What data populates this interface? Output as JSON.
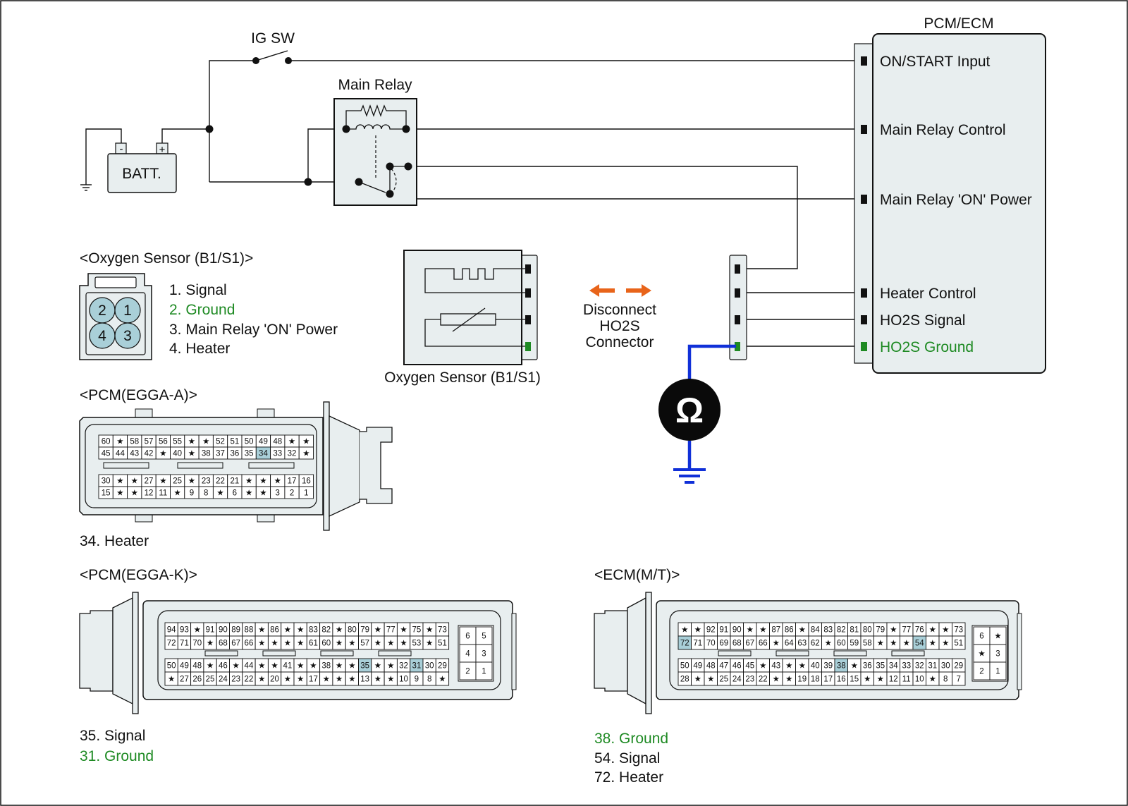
{
  "colors": {
    "background": "#ffffff",
    "panel": "#e8eeef",
    "wire": "#111111",
    "ground_accent": "#1e8a23",
    "meter_wire": "#1030d8",
    "arrow": "#e8641a",
    "pin_highlight": "#a9cfd8"
  },
  "circuit": {
    "ig_sw": "IG SW",
    "main_relay": "Main Relay",
    "battery": "BATT.",
    "battery_minus": "-",
    "battery_plus": "+",
    "ecm_title": "PCM/ECM",
    "ecm_terminals": [
      "ON/START Input",
      "Main Relay Control",
      "Main Relay 'ON' Power",
      "Heater Control",
      "HO2S  Signal",
      "HO2S  Ground"
    ],
    "sensor_caption": "Oxygen Sensor (B1/S1)",
    "disconnect_note": [
      "Disconnect",
      "HO2S",
      "Connector"
    ],
    "ohm_symbol": "Ω",
    "arrow_icon": "double-arrow-icon"
  },
  "oxygen_sensor_connector": {
    "title": "<Oxygen Sensor (B1/S1)>",
    "pins": [
      "2",
      "1",
      "4",
      "3"
    ],
    "legend": [
      "1. Signal",
      "2. Ground",
      "3. Main Relay 'ON' Power",
      "4. Heater"
    ]
  },
  "pcm_a": {
    "title": "<PCM(EGGA-A)>",
    "rows": [
      [
        "60",
        "★",
        "58",
        "57",
        "56",
        "55",
        "★",
        "★",
        "52",
        "51",
        "50",
        "49",
        "48",
        "★",
        "★"
      ],
      [
        "45",
        "44",
        "43",
        "42",
        "★",
        "40",
        "★",
        "38",
        "37",
        "36",
        "35",
        "34",
        "33",
        "32",
        "★"
      ],
      [
        "30",
        "★",
        "★",
        "27",
        "★",
        "25",
        "★",
        "23",
        "22",
        "21",
        "★",
        "★",
        "★",
        "17",
        "16"
      ],
      [
        "15",
        "★",
        "★",
        "12",
        "11",
        "★",
        "9",
        "8",
        "★",
        "6",
        "★",
        "★",
        "3",
        "2",
        "1"
      ]
    ],
    "highlight": [
      "34"
    ],
    "legend": [
      "34. Heater"
    ]
  },
  "pcm_k": {
    "title": "<PCM(EGGA-K)>",
    "rows": [
      [
        "94",
        "93",
        "★",
        "91",
        "90",
        "89",
        "88",
        "★",
        "86",
        "★",
        "★",
        "83",
        "82",
        "★",
        "80",
        "79",
        "★",
        "77",
        "★",
        "75",
        "★",
        "73"
      ],
      [
        "72",
        "71",
        "70",
        "★",
        "68",
        "67",
        "66",
        "★",
        "★",
        "★",
        "★",
        "61",
        "60",
        "★",
        "★",
        "57",
        "★",
        "★",
        "★",
        "53",
        "★",
        "51"
      ],
      [
        "50",
        "49",
        "48",
        "★",
        "46",
        "★",
        "44",
        "★",
        "★",
        "41",
        "★",
        "★",
        "38",
        "★",
        "★",
        "35",
        "★",
        "★",
        "32",
        "31",
        "30",
        "29"
      ],
      [
        "★",
        "27",
        "26",
        "25",
        "24",
        "23",
        "22",
        "★",
        "20",
        "★",
        "★",
        "17",
        "★",
        "★",
        "★",
        "13",
        "★",
        "★",
        "10",
        "9",
        "8",
        "★"
      ]
    ],
    "side": [
      [
        "6",
        "5"
      ],
      [
        "4",
        "3"
      ],
      [
        "2",
        "1"
      ]
    ],
    "highlight": [
      "35",
      "31"
    ],
    "legend": [
      "35. Signal",
      "31. Ground"
    ]
  },
  "ecm_mt": {
    "title": "<ECM(M/T)>",
    "rows": [
      [
        "★",
        "★",
        "92",
        "91",
        "90",
        "★",
        "★",
        "87",
        "86",
        "★",
        "84",
        "83",
        "82",
        "81",
        "80",
        "79",
        "★",
        "77",
        "76",
        "★",
        "★",
        "73"
      ],
      [
        "72",
        "71",
        "70",
        "69",
        "68",
        "67",
        "66",
        "★",
        "64",
        "63",
        "62",
        "★",
        "60",
        "59",
        "58",
        "★",
        "★",
        "★",
        "54",
        "★",
        "★",
        "51"
      ],
      [
        "50",
        "49",
        "48",
        "47",
        "46",
        "45",
        "★",
        "43",
        "★",
        "★",
        "40",
        "39",
        "38",
        "★",
        "36",
        "35",
        "34",
        "33",
        "32",
        "31",
        "30",
        "29"
      ],
      [
        "28",
        "★",
        "★",
        "25",
        "24",
        "23",
        "22",
        "★",
        "★",
        "19",
        "18",
        "17",
        "16",
        "15",
        "★",
        "★",
        "12",
        "11",
        "10",
        "★",
        "8",
        "7"
      ]
    ],
    "side": [
      [
        "6",
        "★"
      ],
      [
        "★",
        "3"
      ],
      [
        "2",
        "1"
      ]
    ],
    "highlight": [
      "72",
      "54",
      "38"
    ],
    "legend": [
      "38. Ground",
      "54. Signal",
      "72. Heater"
    ]
  }
}
